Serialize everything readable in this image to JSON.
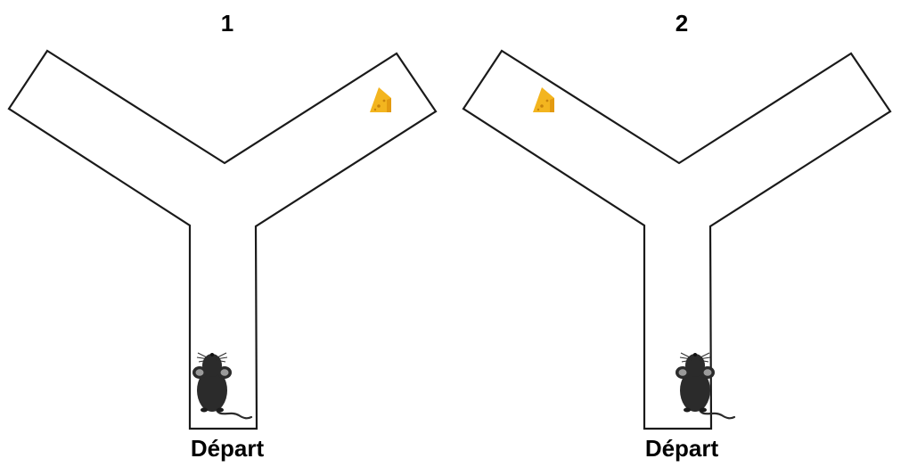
{
  "panels": [
    {
      "number": "1",
      "start_label": "Départ",
      "cheese_arm": "right"
    },
    {
      "number": "2",
      "start_label": "Départ",
      "cheese_arm": "left"
    }
  ],
  "colors": {
    "maze_stroke": "#1a1a1a",
    "cheese": "#f3b51f",
    "cheese_shadow": "#e39a10",
    "mouse_body": "#2b2b2b",
    "mouse_ear": "#9a9a9a"
  },
  "icons": {
    "reward": "cheese-icon",
    "subject": "mouse-icon"
  }
}
